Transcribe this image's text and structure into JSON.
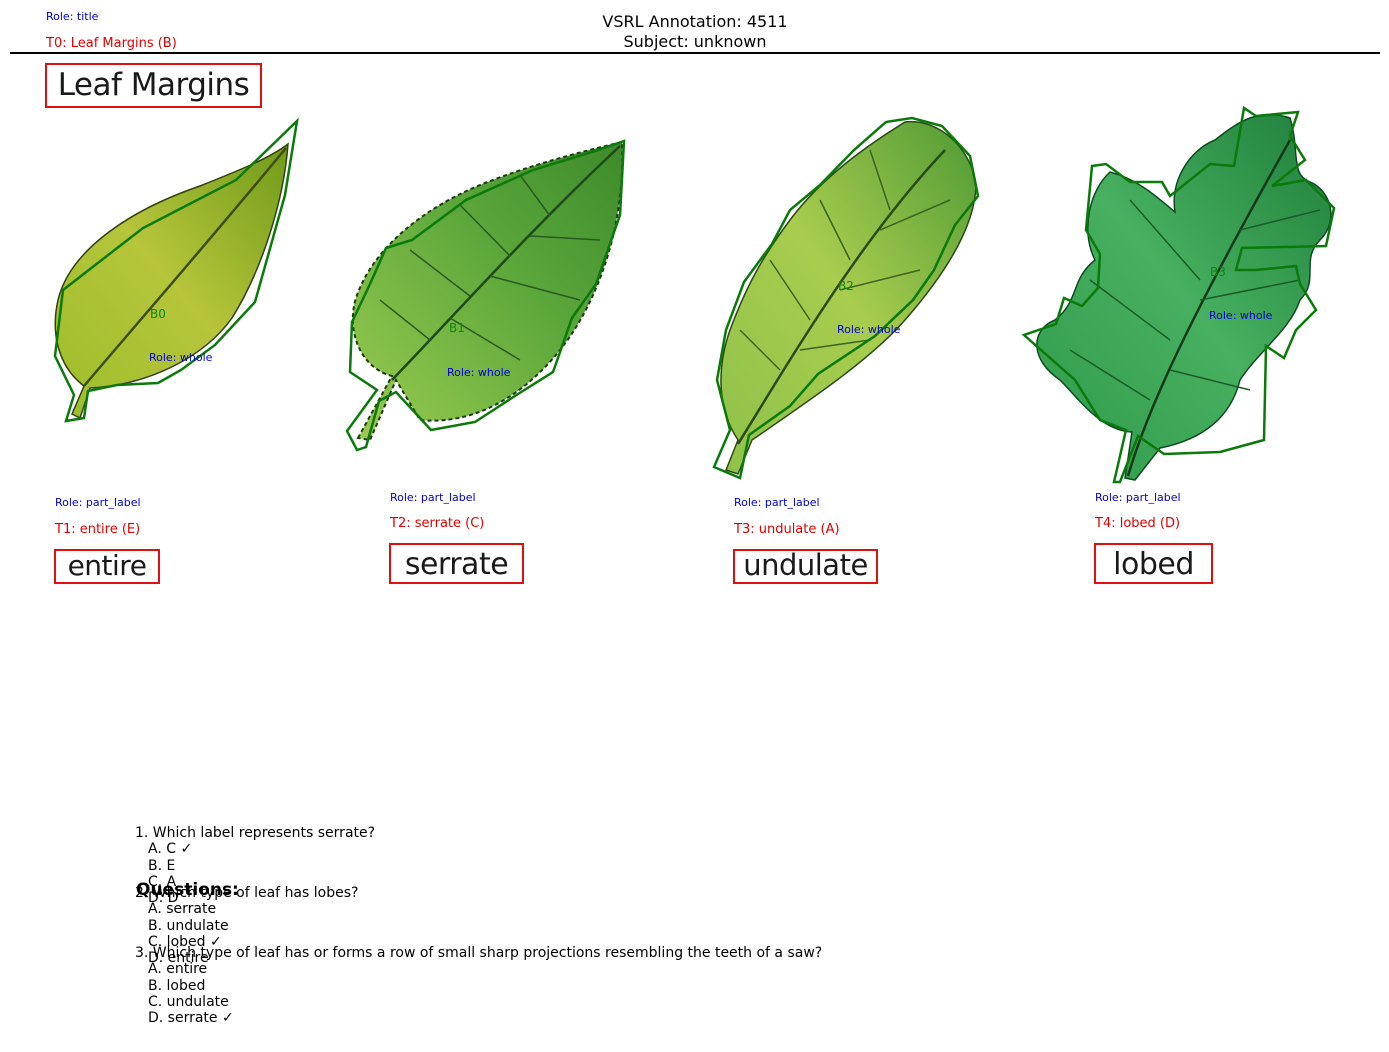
{
  "header": {
    "title": "VSRL Annotation: 4511",
    "subject": "Subject: unknown"
  },
  "title_annotation": {
    "role": "Role: title",
    "label": "T0: Leaf Margins (B)",
    "box_text": "Leaf Margins"
  },
  "leaves": [
    {
      "id": "B0",
      "role": "Role: whole"
    },
    {
      "id": "B1",
      "role": "Role: whole"
    },
    {
      "id": "B2",
      "role": "Role: whole"
    },
    {
      "id": "B3",
      "role": "Role: whole"
    }
  ],
  "part_labels": [
    {
      "role": "Role: part_label",
      "label": "T1: entire (E)",
      "box_text": "entire"
    },
    {
      "role": "Role: part_label",
      "label": "T2: serrate (C)",
      "box_text": "serrate"
    },
    {
      "role": "Role: part_label",
      "label": "T3: undulate (A)",
      "box_text": "undulate"
    },
    {
      "role": "Role: part_label",
      "label": "T4: lobed (D)",
      "box_text": "lobed"
    }
  ],
  "questions_heading": "Questions:",
  "questions": [
    {
      "text": "1. Which label represents serrate?",
      "options": [
        "A. C ✓",
        "B. E",
        "C. A",
        "D. D"
      ]
    },
    {
      "text": "2. Which type of leaf has lobes?",
      "options": [
        "A. serrate",
        "B. undulate",
        "C. lobed ✓",
        "D. entire"
      ]
    },
    {
      "text": "3. Which type of leaf has or forms a row of small sharp projections resembling the teeth of a saw?",
      "options": [
        "A. entire",
        "B. lobed",
        "C. undulate",
        "D. serrate ✓"
      ]
    }
  ],
  "colors": {
    "annotation_box": "#e01010",
    "polygon": "#0a7a0a",
    "role_text": "#0000cc",
    "label_text": "#e00000"
  }
}
